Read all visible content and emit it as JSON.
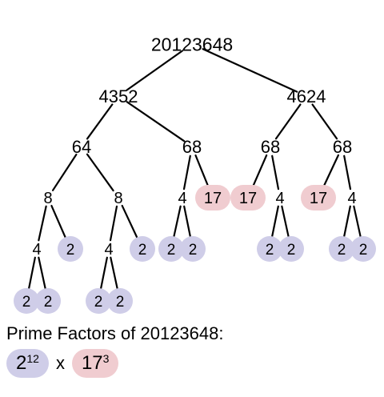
{
  "colors": {
    "two": "#cfcde8",
    "seventeen": "#f0ccd0",
    "line": "#000000"
  },
  "tree": {
    "nodes": [
      {
        "id": "n20123648",
        "label": "20123648",
        "kind": "composite"
      },
      {
        "id": "n4352",
        "label": "4352",
        "kind": "composite"
      },
      {
        "id": "n4624",
        "label": "4624",
        "kind": "composite"
      },
      {
        "id": "n64",
        "label": "64",
        "kind": "composite"
      },
      {
        "id": "n68a",
        "label": "68",
        "kind": "composite"
      },
      {
        "id": "n68b",
        "label": "68",
        "kind": "composite"
      },
      {
        "id": "n68c",
        "label": "68",
        "kind": "composite"
      },
      {
        "id": "n8a",
        "label": "8",
        "kind": "composite"
      },
      {
        "id": "n8b",
        "label": "8",
        "kind": "composite"
      },
      {
        "id": "n4c",
        "label": "4",
        "kind": "composite"
      },
      {
        "id": "n17a",
        "label": "17",
        "kind": "prime17"
      },
      {
        "id": "n17b",
        "label": "17",
        "kind": "prime17"
      },
      {
        "id": "n4d",
        "label": "4",
        "kind": "composite"
      },
      {
        "id": "n17c",
        "label": "17",
        "kind": "prime17"
      },
      {
        "id": "n4e",
        "label": "4",
        "kind": "composite"
      },
      {
        "id": "n4a",
        "label": "4",
        "kind": "composite"
      },
      {
        "id": "n2a",
        "label": "2",
        "kind": "prime2"
      },
      {
        "id": "n4b",
        "label": "4",
        "kind": "composite"
      },
      {
        "id": "n2b",
        "label": "2",
        "kind": "prime2"
      },
      {
        "id": "n2c",
        "label": "2",
        "kind": "prime2"
      },
      {
        "id": "n2d",
        "label": "2",
        "kind": "prime2"
      },
      {
        "id": "n2e",
        "label": "2",
        "kind": "prime2"
      },
      {
        "id": "n2f",
        "label": "2",
        "kind": "prime2"
      },
      {
        "id": "n2g",
        "label": "2",
        "kind": "prime2"
      },
      {
        "id": "n2h",
        "label": "2",
        "kind": "prime2"
      },
      {
        "id": "n2i",
        "label": "2",
        "kind": "prime2"
      },
      {
        "id": "n2j",
        "label": "2",
        "kind": "prime2"
      },
      {
        "id": "n2k",
        "label": "2",
        "kind": "prime2"
      },
      {
        "id": "n2l",
        "label": "2",
        "kind": "prime2"
      }
    ],
    "edges": [
      [
        "n20123648",
        "n4352"
      ],
      [
        "n20123648",
        "n4624"
      ],
      [
        "n4352",
        "n64"
      ],
      [
        "n4352",
        "n68a"
      ],
      [
        "n4624",
        "n68b"
      ],
      [
        "n4624",
        "n68c"
      ],
      [
        "n64",
        "n8a"
      ],
      [
        "n64",
        "n8b"
      ],
      [
        "n68a",
        "n4c"
      ],
      [
        "n68a",
        "n17a"
      ],
      [
        "n68b",
        "n17b"
      ],
      [
        "n68b",
        "n4d"
      ],
      [
        "n68c",
        "n17c"
      ],
      [
        "n68c",
        "n4e"
      ],
      [
        "n8a",
        "n4a"
      ],
      [
        "n8a",
        "n2a"
      ],
      [
        "n8b",
        "n4b"
      ],
      [
        "n8b",
        "n2b"
      ],
      [
        "n4c",
        "n2c"
      ],
      [
        "n4c",
        "n2d"
      ],
      [
        "n4d",
        "n2e"
      ],
      [
        "n4d",
        "n2f"
      ],
      [
        "n4e",
        "n2g"
      ],
      [
        "n4e",
        "n2h"
      ],
      [
        "n4a",
        "n2i"
      ],
      [
        "n4a",
        "n2j"
      ],
      [
        "n4b",
        "n2k"
      ],
      [
        "n4b",
        "n2l"
      ]
    ]
  },
  "summary": {
    "label": "Prime Factors of 20123648:",
    "factors": [
      {
        "base": "2",
        "exponent": "12",
        "kind": "prime2"
      },
      {
        "base": "17",
        "exponent": "3",
        "kind": "prime17"
      }
    ],
    "operator": "x"
  }
}
